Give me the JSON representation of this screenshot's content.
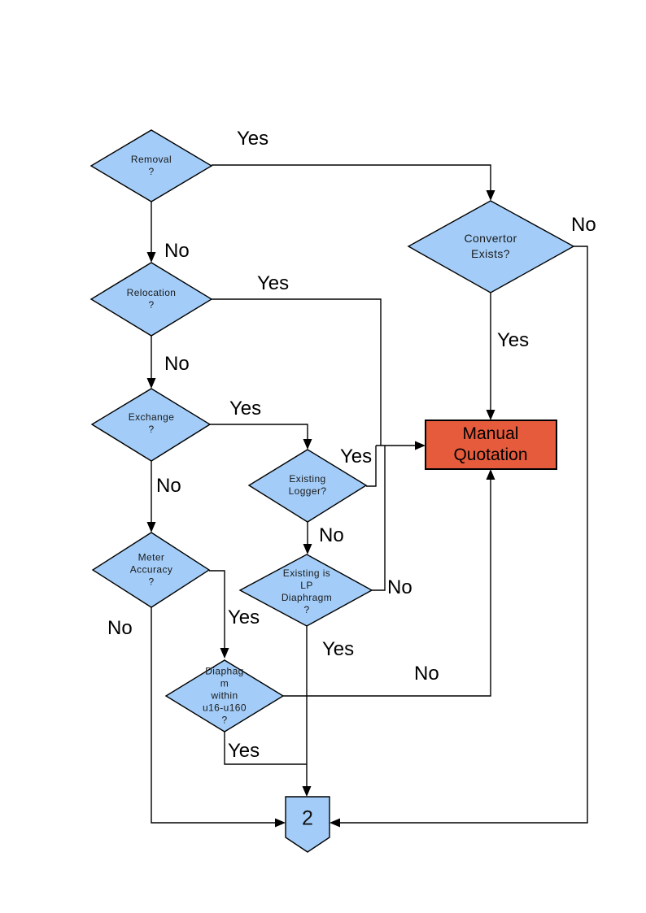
{
  "diagram": {
    "title": "meter works decision flowchart",
    "colors": {
      "node_fill": "#A3CDF8",
      "action_fill": "#E75B3D",
      "line": "#000000",
      "node_text": "#1a1a1a"
    },
    "nodes": {
      "removal": {
        "label": "Removal\n?"
      },
      "convertor": {
        "label": "Convertor\nExists?"
      },
      "relocation": {
        "label": "Relocation\n?"
      },
      "exchange": {
        "label": "Exchange\n?"
      },
      "existing_logger": {
        "label": "Existing\nLogger?"
      },
      "meter_accuracy": {
        "label": "Meter\nAccuracy\n?"
      },
      "existing_lp": {
        "label": "Existing is\nLP\nDiaphragm\n?"
      },
      "diaphragm_range": {
        "label": "Diaphag\nm\nwithin\nu16-u160\n?"
      },
      "manual_quotation": {
        "label": "Manual\nQuotation"
      },
      "connector_2": {
        "label": "2"
      }
    },
    "edge_labels": {
      "removal_yes": "Yes",
      "removal_no": "No",
      "convertor_no": "No",
      "convertor_yes": "Yes",
      "relocation_yes": "Yes",
      "relocation_no": "No",
      "exchange_yes": "Yes",
      "exchange_no": "No",
      "logger_yes": "Yes",
      "logger_no": "No",
      "lp_no": "No",
      "lp_yes": "Yes",
      "meter_yes": "Yes",
      "meter_no": "No",
      "diaphragm_no": "No",
      "diaphragm_yes": "Yes"
    }
  }
}
